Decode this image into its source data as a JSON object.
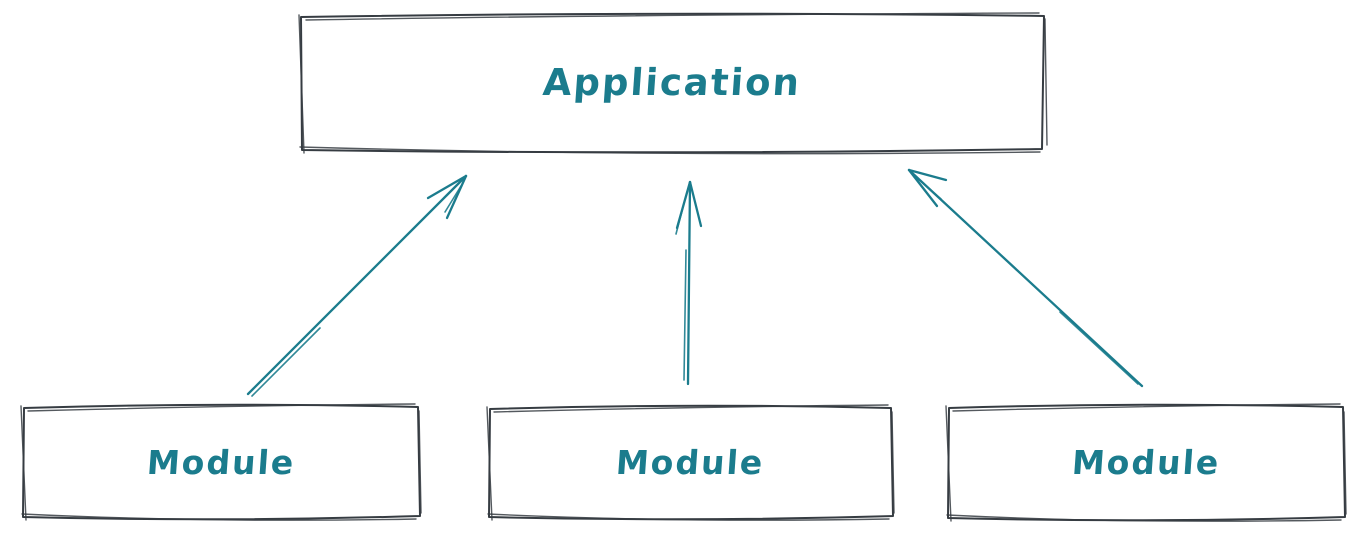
{
  "diagram": {
    "nodes": {
      "application": {
        "label": "Application"
      },
      "module_1": {
        "label": "Module"
      },
      "module_2": {
        "label": "Module"
      },
      "module_3": {
        "label": "Module"
      }
    },
    "edges": [
      {
        "from": "module_1",
        "to": "application",
        "direction": "up-right"
      },
      {
        "from": "module_2",
        "to": "application",
        "direction": "up"
      },
      {
        "from": "module_3",
        "to": "application",
        "direction": "up-left"
      }
    ],
    "colors": {
      "accent": "#1b7c8d",
      "node_border": "#363c42",
      "background": "#ffffff"
    },
    "style": "hand-drawn"
  }
}
